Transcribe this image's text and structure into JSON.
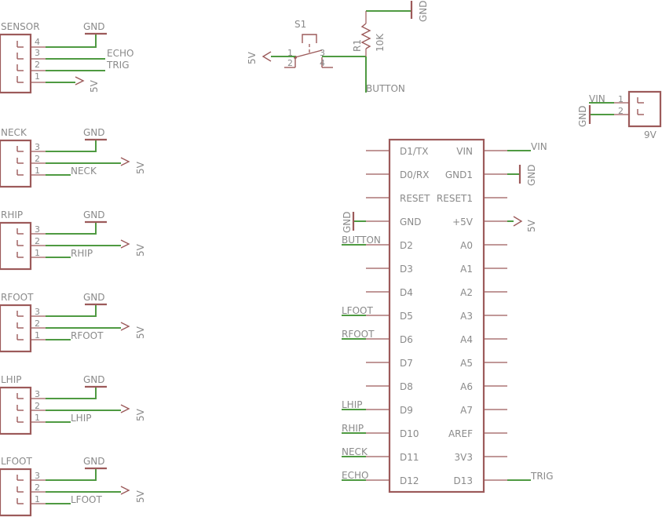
{
  "connectors": [
    {
      "id": "sensor",
      "name": "SENSOR",
      "pins": [
        "4",
        "3",
        "2",
        "1"
      ],
      "gnd": "GND",
      "nets": [
        "ECHO",
        "TRIG",
        "5V"
      ]
    },
    {
      "id": "neck",
      "name": "NECK",
      "pins": [
        "3",
        "2",
        "1"
      ],
      "gnd": "GND",
      "vcc": "5V",
      "signal": "NECK"
    },
    {
      "id": "rhip",
      "name": "RHIP",
      "pins": [
        "3",
        "2",
        "1"
      ],
      "gnd": "GND",
      "vcc": "5V",
      "signal": "RHIP"
    },
    {
      "id": "rfoot",
      "name": "RFOOT",
      "pins": [
        "3",
        "2",
        "1"
      ],
      "gnd": "GND",
      "vcc": "5V",
      "signal": "RFOOT"
    },
    {
      "id": "lhip",
      "name": "LHIP",
      "pins": [
        "3",
        "2",
        "1"
      ],
      "gnd": "GND",
      "vcc": "5V",
      "signal": "LHIP"
    },
    {
      "id": "lfoot",
      "name": "LFOOT",
      "pins": [
        "3",
        "2",
        "1"
      ],
      "gnd": "GND",
      "vcc": "5V",
      "signal": "LFOOT"
    }
  ],
  "switch": {
    "name": "S1",
    "pins": [
      "1",
      "2",
      "3",
      "4"
    ],
    "supply": "5V"
  },
  "resistor": {
    "name": "R1",
    "value": "10K",
    "gnd": "GND",
    "net": "BUTTON"
  },
  "battery": {
    "name": "9V",
    "pins": [
      "1",
      "2"
    ],
    "nets": [
      "VIN",
      "GND"
    ]
  },
  "arduino": {
    "left_pins": [
      "D1/TX",
      "D0/RX",
      "RESET",
      "GND",
      "D2",
      "D3",
      "D4",
      "D5",
      "D6",
      "D7",
      "D8",
      "D9",
      "D10",
      "D11",
      "D12"
    ],
    "right_pins": [
      "VIN",
      "GND1",
      "RESET1",
      "+5V",
      "A0",
      "A1",
      "A2",
      "A3",
      "A4",
      "A5",
      "A6",
      "A7",
      "AREF",
      "3V3",
      "D13"
    ],
    "left_nets": [
      "",
      "",
      "",
      "GND",
      "BUTTON",
      "",
      "",
      "LFOOT",
      "RFOOT",
      "",
      "",
      "LHIP",
      "RHIP",
      "NECK",
      "ECHO"
    ],
    "right_nets": [
      "VIN",
      "GND",
      "",
      "5V",
      "",
      "",
      "",
      "",
      "",
      "",
      "",
      "",
      "",
      "",
      "TRIG"
    ]
  }
}
